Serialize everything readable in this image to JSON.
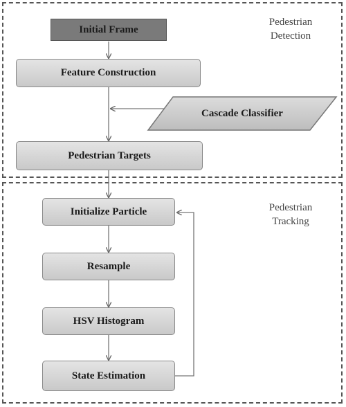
{
  "sections": {
    "detection": {
      "label": "Pedestrian\nDetection"
    },
    "tracking": {
      "label": "Pedestrian\nTracking"
    }
  },
  "nodes": {
    "initial_frame": "Initial Frame",
    "feature_construction": "Feature Construction",
    "cascade_classifier": "Cascade Classifier",
    "pedestrian_targets": "Pedestrian Targets",
    "initialize_particle": "Initialize Particle",
    "resample": "Resample",
    "hsv_histogram": "HSV Histogram",
    "state_estimation": "State Estimation"
  }
}
